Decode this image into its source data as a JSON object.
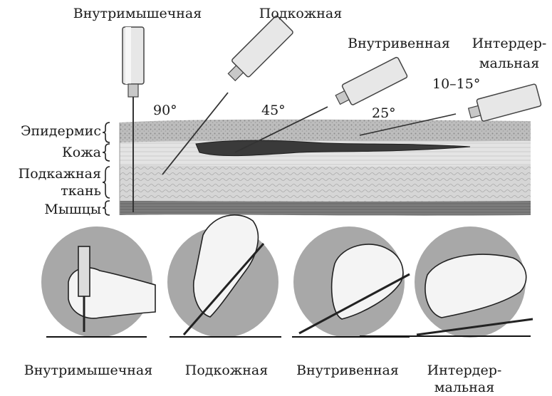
{
  "top_labels": {
    "intramuscular": "Внутримышечная",
    "subcutaneous": "Подкожная",
    "intravenous": "Внутривенная",
    "intradermal_1": "Интердер-",
    "intradermal_2": "мальная"
  },
  "angles": {
    "intramuscular": "90°",
    "subcutaneous": "45°",
    "intravenous": "25°",
    "intradermal": "10–15°"
  },
  "layers": {
    "epidermis": "Эпидермис",
    "skin": "Кожа",
    "subcutaneous_1": "Подкажная",
    "subcutaneous_2": "ткань",
    "muscles": "Мышцы"
  },
  "bottom_labels": {
    "intramuscular": "Внутримышечная",
    "subcutaneous": "Подкожная",
    "intravenous": "Внутривенная",
    "intradermal_1": "Интердер-",
    "intradermal_2": "мальная"
  }
}
